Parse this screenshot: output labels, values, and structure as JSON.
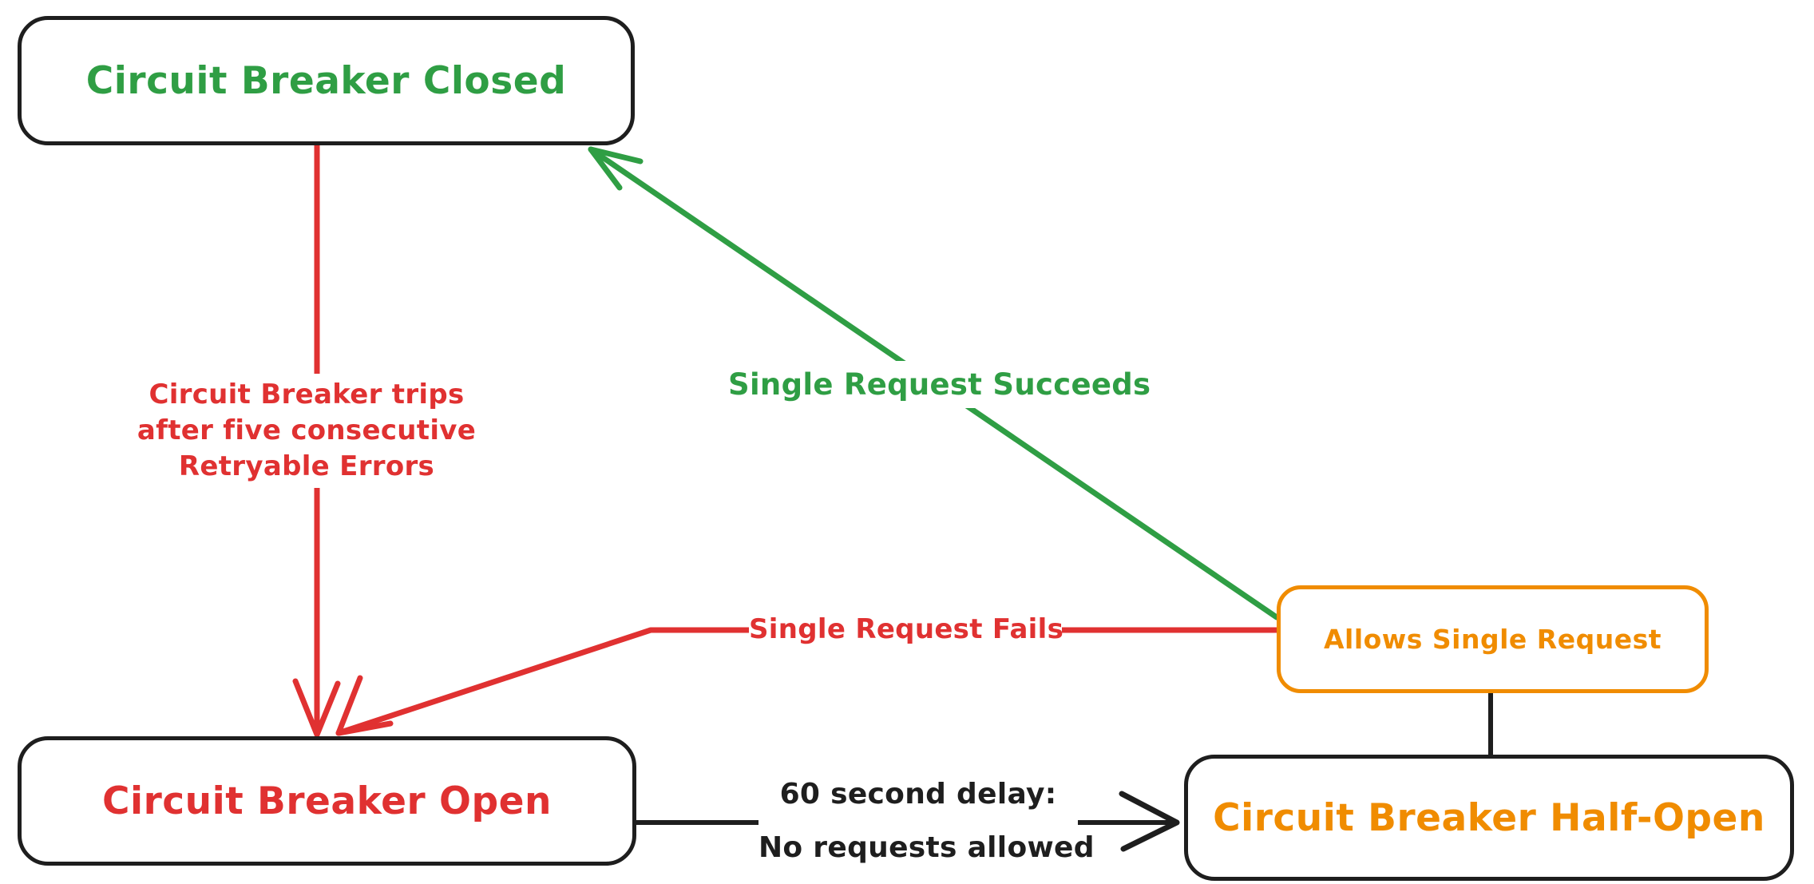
{
  "diagram": {
    "title_hint": "Circuit breaker state diagram",
    "palette": {
      "green": "#2f9e44",
      "red": "#e03131",
      "orange": "#f08c00",
      "ink": "#1e1e1e",
      "background": "#ffffff"
    },
    "nodes": {
      "closed": {
        "label": "Circuit Breaker Closed",
        "text_color": "#2f9e44",
        "border_color": "#1e1e1e"
      },
      "open": {
        "label": "Circuit Breaker Open",
        "text_color": "#e03131",
        "border_color": "#1e1e1e"
      },
      "half_open": {
        "label": "Circuit Breaker Half-Open",
        "text_color": "#f08c00",
        "border_color": "#1e1e1e"
      },
      "allows_single_request": {
        "label": "Allows Single Request",
        "text_color": "#f08c00",
        "border_color": "#f08c00"
      }
    },
    "edges": {
      "trips": {
        "from": "closed",
        "to": "open",
        "color": "#e03131",
        "lines": [
          "Circuit Breaker trips",
          "after five consecutive",
          "Retryable Errors"
        ]
      },
      "single_request_succeeds": {
        "from": "allows_single_request",
        "to": "closed",
        "color": "#2f9e44",
        "label": "Single Request Succeeds"
      },
      "single_request_fails": {
        "from": "allows_single_request",
        "to": "open",
        "color": "#e03131",
        "label": "Single Request Fails"
      },
      "delay": {
        "from": "open",
        "to": "half_open",
        "color": "#1e1e1e",
        "lines": [
          "60 second delay:",
          "No requests allowed"
        ]
      },
      "half_open_allows_link": {
        "from": "half_open",
        "to": "allows_single_request",
        "color": "#1e1e1e",
        "label": ""
      }
    }
  }
}
